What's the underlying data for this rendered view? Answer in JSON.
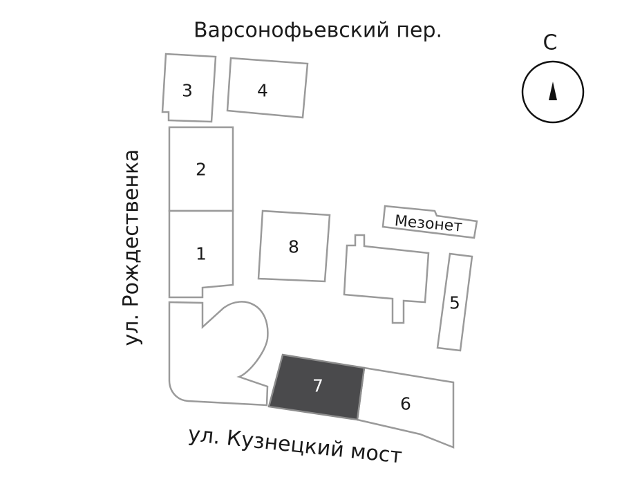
{
  "streets": {
    "north": "Варсонофьевский пер.",
    "west": "ул. Рождественка",
    "south": "ул. Кузнецкий мост"
  },
  "compass": {
    "north_letter": "С",
    "icon": "north-arrow-icon"
  },
  "buildings": [
    {
      "id": "b1",
      "label": "1",
      "selected": false
    },
    {
      "id": "b2",
      "label": "2",
      "selected": false
    },
    {
      "id": "b3",
      "label": "3",
      "selected": false
    },
    {
      "id": "b4",
      "label": "4",
      "selected": false
    },
    {
      "id": "b5",
      "label": "5",
      "selected": false
    },
    {
      "id": "b6",
      "label": "6",
      "selected": false
    },
    {
      "id": "b7",
      "label": "7",
      "selected": true
    },
    {
      "id": "b8",
      "label": "8",
      "selected": false
    },
    {
      "id": "mezonet",
      "label": "Мезонет",
      "selected": false
    }
  ],
  "colors": {
    "selected_fill": "#4a4a4c",
    "outline": "#9a9a9a",
    "text": "#1a1a1a"
  }
}
